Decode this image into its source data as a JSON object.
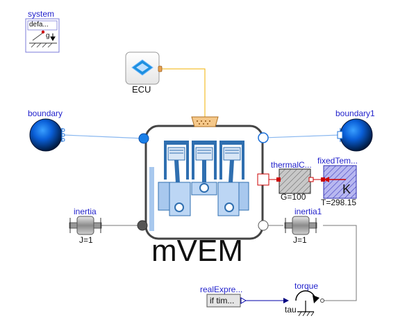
{
  "system": {
    "name": "system",
    "inner": "defa...",
    "g_label": "g"
  },
  "ecu": {
    "name": "ECU"
  },
  "boundary": {
    "name": "boundary"
  },
  "boundary1": {
    "name": "boundary1"
  },
  "engine": {
    "name": "mVEM"
  },
  "thermal_conductor": {
    "name": "thermalC...",
    "param": "G=100"
  },
  "fixed_temperature": {
    "name": "fixedTem...",
    "unit": "K",
    "param": "T=298.15"
  },
  "inertia": {
    "name": "inertia",
    "param": "J=1"
  },
  "inertia1": {
    "name": "inertia1",
    "param": "J=1"
  },
  "real_expression": {
    "name": "realExpre...",
    "value": "if tim..."
  },
  "torque": {
    "name": "torque",
    "input": "tau"
  },
  "colors": {
    "label_blue": "#2222cc",
    "fluid_port": "#1a6fd8",
    "signal_line": "#f0b000",
    "engine_blue": "#2f6fb0",
    "gray_hatch": "#aaaaaa",
    "port_red": "#cc0000"
  }
}
